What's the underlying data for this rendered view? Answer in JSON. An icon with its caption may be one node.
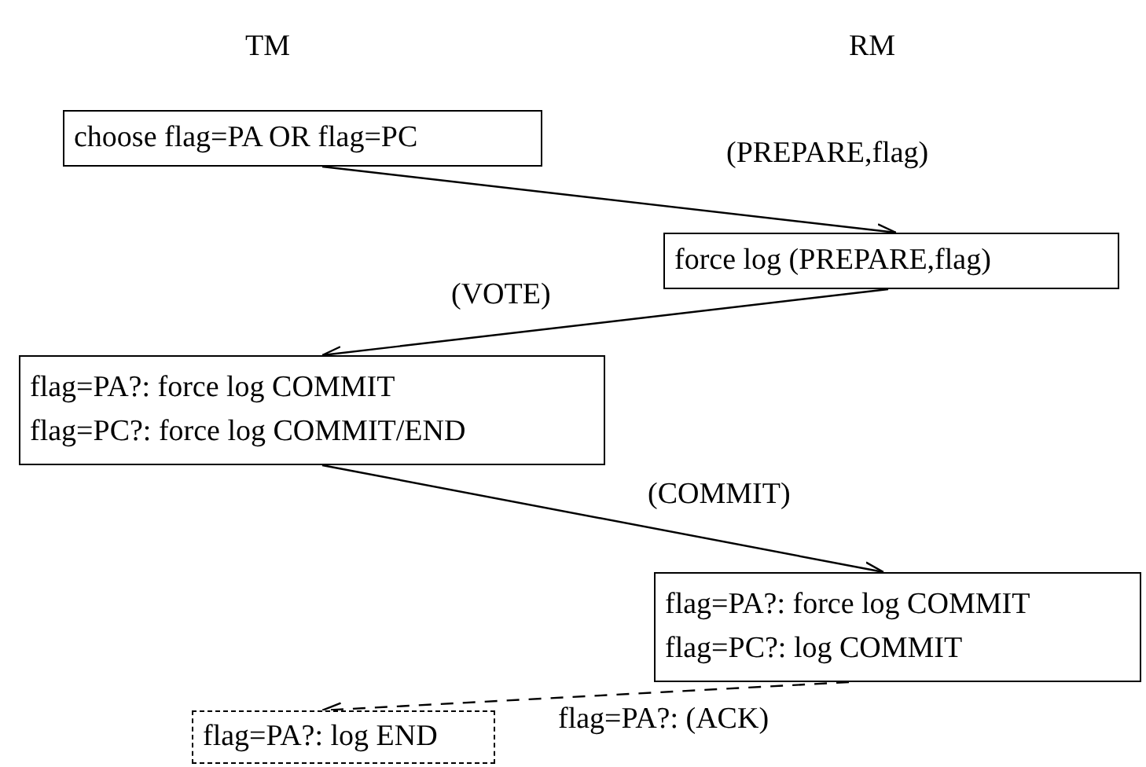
{
  "diagram": {
    "nodes": [
      {
        "text": [
          "choose flag=PA OR flag=PC"
        ]
      },
      {
        "text": [
          "force log (PREPARE,flag)"
        ]
      },
      {
        "text": [
          "flag=PA?: force log COMMIT",
          "flag=PC?: force log COMMIT/END"
        ]
      },
      {
        "text": [
          "flag=PA?: force log COMMIT",
          "flag=PC?: log COMMIT"
        ]
      },
      {
        "text": [
          "flag=PA?: log END"
        ]
      }
    ],
    "edges": [
      {
        "from": 0,
        "to": 1,
        "arrow": "to",
        "label": "(PREPARE,flag)"
      },
      {
        "from": 1,
        "to": 2,
        "arrow": "to",
        "label": "(VOTE)"
      },
      {
        "from": 2,
        "to": 3,
        "arrow": "to",
        "label": "(COMMIT)"
      },
      {
        "from": 3,
        "to": 4,
        "arrow": "to",
        "label": "flag=PA?: (ACK)",
        "style": "dashed"
      }
    ],
    "labels": [
      "TM",
      "RM"
    ]
  }
}
